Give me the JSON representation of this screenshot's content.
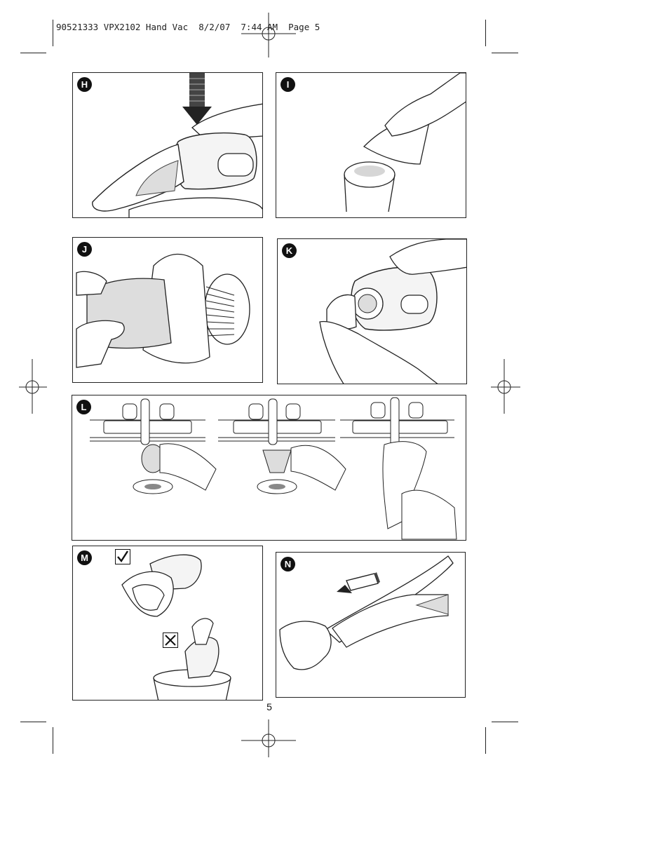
{
  "header": {
    "slug": "90521333 VPX2102 Hand Vac  8/2/07  7:44 AM  Page 5"
  },
  "panels": {
    "h": {
      "label": "H"
    },
    "i": {
      "label": "I"
    },
    "j": {
      "label": "J"
    },
    "k": {
      "label": "K"
    },
    "l": {
      "label": "L"
    },
    "m": {
      "label": "M",
      "correct_icon": "check-mark-icon",
      "incorrect_icon": "cross-mark-icon"
    },
    "n": {
      "label": "N"
    }
  },
  "footer": {
    "page_number": "5"
  }
}
